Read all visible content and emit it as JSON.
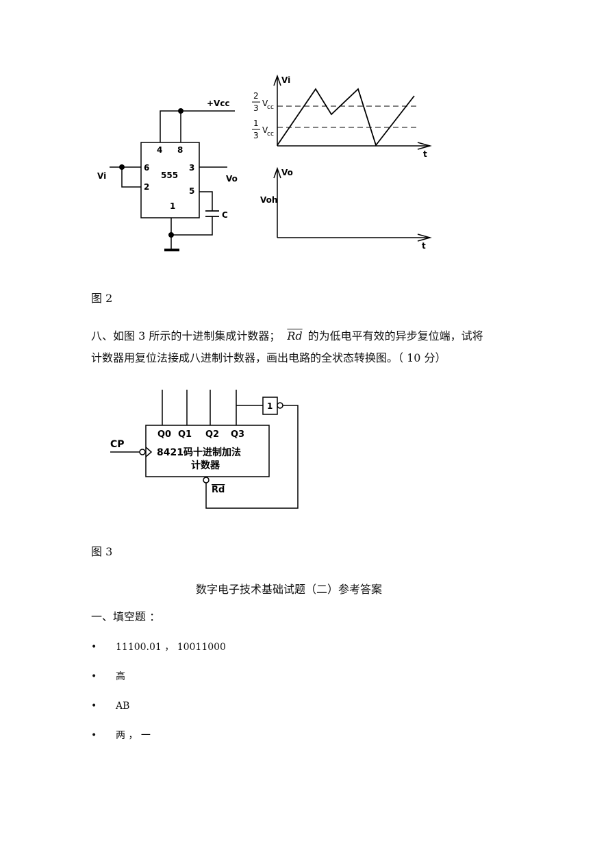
{
  "fig2": {
    "circuit": {
      "vcc": "+Vcc",
      "chip": "555",
      "pin4": "4",
      "pin8": "8",
      "pin6": "6",
      "pin2": "2",
      "pin3": "3",
      "pin5": "5",
      "pin1": "1",
      "vi": "Vi",
      "vo": "Vo",
      "cap": "C"
    },
    "vi_graph": {
      "ylabel": "Vi",
      "xlabel": "t",
      "frac_num": "2",
      "frac_num2": "1",
      "frac_den": "3",
      "frac_den2": "3",
      "vcc_label": "V",
      "vcc_sub": "cc",
      "vcc_label2": "V",
      "vcc_sub2": "cc"
    },
    "vo_graph": {
      "ylabel": "Vo",
      "xlabel": "t",
      "voh": "Voh"
    },
    "caption": "图 2"
  },
  "question8": {
    "line1_pre": "八、如图 3 所示的十进制集成计数器；",
    "rd": "Rd",
    "line1_post": "的为低电平有效的异步复位端，试将",
    "line2": "计数器用复位法接成八进制计数器，画出电路的全状态转换图。（ 10 分）"
  },
  "fig3": {
    "cp": "CP",
    "q0": "Q0",
    "q1": "Q1",
    "q2": "Q2",
    "q3": "Q3",
    "gate": "1",
    "counter_line1": "8421码十进制加法",
    "counter_line2": "计数器",
    "rd": "Rd",
    "caption": "图 3"
  },
  "answer": {
    "title": "数字电子技术基础试题（二）参考答案",
    "section": "一、填空题 ：",
    "items": [
      "11100.01 ， 10011000",
      "高",
      "AB",
      "两 ， 一"
    ]
  }
}
